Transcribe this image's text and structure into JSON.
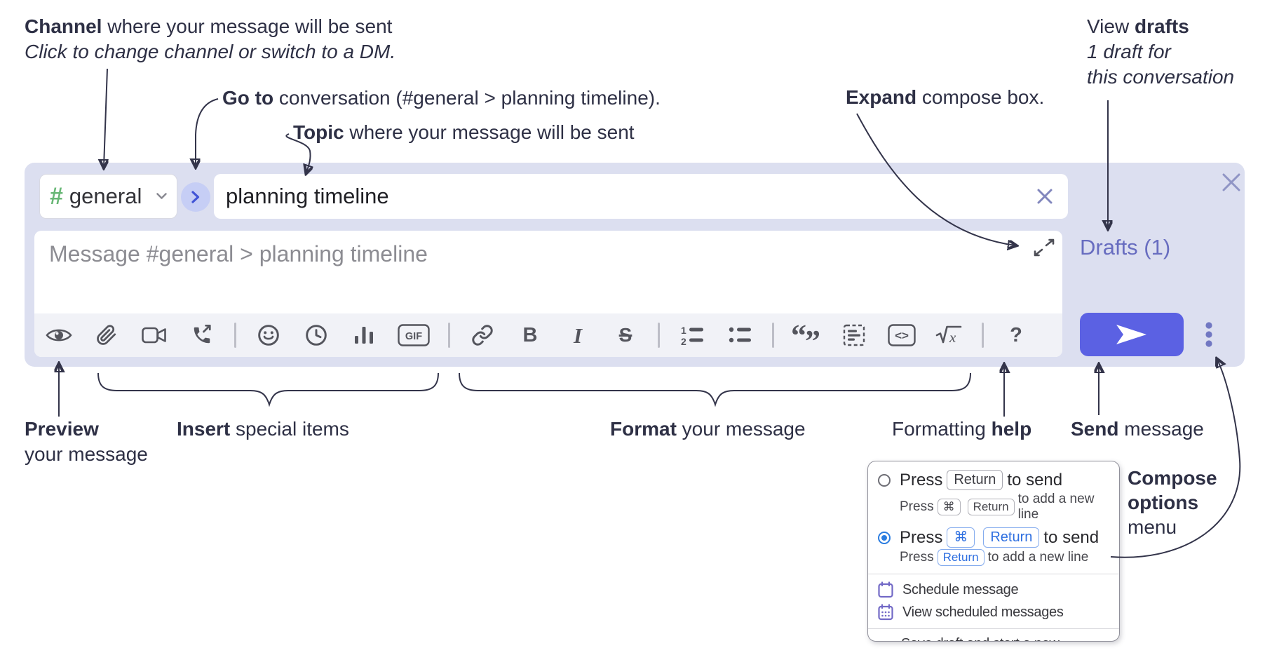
{
  "annotations": {
    "channel": {
      "bold": "Channel",
      "rest": " where your message will be sent",
      "line2": "Click to change channel or switch to a DM."
    },
    "goto": {
      "bold": "Go to",
      "rest": " conversation (#general > planning timeline)."
    },
    "topic": {
      "bold": "Topic",
      "rest": " where your message will be sent"
    },
    "expand": {
      "bold": "Expand",
      "rest": " compose box."
    },
    "view_drafts": {
      "pre": "View ",
      "bold": "drafts",
      "line2": "1 draft for",
      "line3": "this conversation"
    },
    "preview": {
      "bold": "Preview",
      "line2": "your message"
    },
    "insert": {
      "bold": "Insert",
      "rest": " special items"
    },
    "format": {
      "bold": "Format",
      "rest": " your message"
    },
    "help": {
      "pre": "Formatting ",
      "bold": "help"
    },
    "send": {
      "bold": "Send",
      "rest": " message"
    },
    "compose_options": {
      "bold_line1": "Compose",
      "bold_line2": "options",
      "line3": "menu"
    }
  },
  "compose": {
    "channel_name": "general",
    "channel_hash": "#",
    "topic_value": "planning timeline",
    "message_placeholder": "Message #general > planning timeline",
    "drafts_link": "Drafts (1)"
  },
  "toolbar": {
    "gif": "GIF",
    "bold": "B",
    "italic": "I",
    "strike": "S",
    "code": "<>",
    "math_root": "√",
    "math_x": "x",
    "help": "?",
    "ol_1": "1",
    "ol_2": "2",
    "quote_open": "“",
    "quote_close": "”",
    "icons": [
      "preview",
      "attach-file",
      "start-video-call",
      "start-voice-call",
      "emoji",
      "add-global-time",
      "add-poll",
      "add-gif",
      "link",
      "bold",
      "italic",
      "strikethrough",
      "numbered-list",
      "bulleted-list",
      "quote",
      "spoiler",
      "code",
      "math",
      "help"
    ]
  },
  "menu": {
    "option1": {
      "t1": "Press",
      "k1": "Return",
      "t2": "to send"
    },
    "option1_sub": {
      "t1": "Press",
      "k1": "⌘",
      "k2": "Return",
      "t2": "to add a new line"
    },
    "option2": {
      "t1": "Press",
      "k1": "⌘",
      "k2": "Return",
      "t2": "to send"
    },
    "option2_sub": {
      "t1": "Press",
      "k1": "Return",
      "t2": "to add a new line"
    },
    "schedule": "Schedule message",
    "view_scheduled": "View scheduled messages",
    "save_draft": "Save draft and start a new message"
  },
  "colors": {
    "compose_bg": "#dcdff0",
    "send_button": "#5b61e3",
    "drafts_link": "#686dc0",
    "hash_green": "#68b775",
    "goto_circle_bg": "#c6cef5",
    "goto_chevron": "#4154d6",
    "selected_radio_blue": "#2b7de0",
    "kbd_blue": "#2e6fe0",
    "menu_icon_purple": "#7269c6",
    "annotation_ink": "#2e3045"
  }
}
